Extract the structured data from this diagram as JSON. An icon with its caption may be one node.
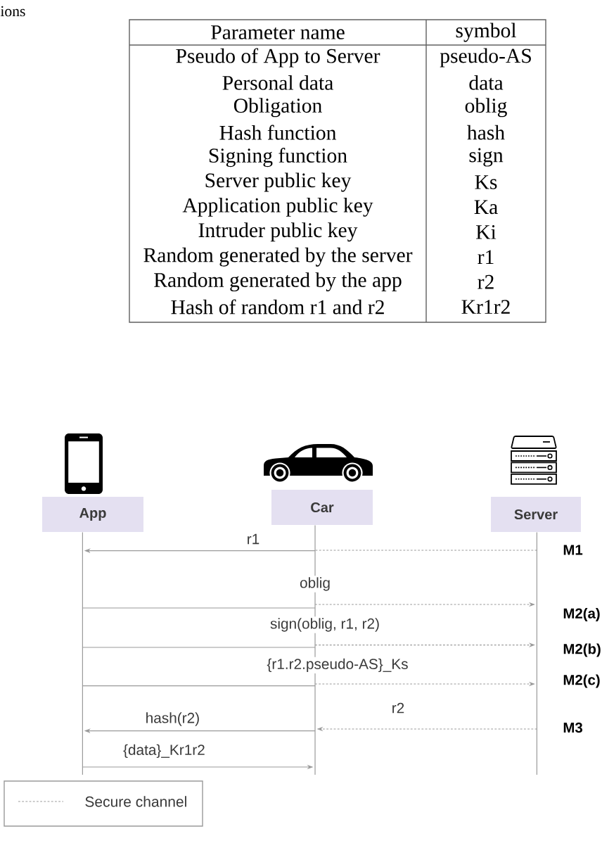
{
  "diagram": {
    "nodes": [
      {
        "text": [
          "App"
        ]
      },
      {
        "text": [
          "Car"
        ]
      },
      {
        "text": [
          "Server"
        ]
      }
    ],
    "edges": [
      {
        "from": 2,
        "to": 1,
        "arrow": "none",
        "style": "dashed"
      },
      {
        "from": 1,
        "to": 0,
        "arrow": "to",
        "label": "r1"
      },
      {
        "from": 0,
        "to": 1,
        "arrow": "none"
      },
      {
        "from": 1,
        "to": 2,
        "arrow": "to",
        "style": "dashed",
        "label": "oblig"
      },
      {
        "from": 0,
        "to": 1,
        "arrow": "none"
      },
      {
        "from": 1,
        "to": 2,
        "arrow": "to",
        "style": "dashed",
        "label": "sign(oblig, r1, r2)"
      },
      {
        "from": 0,
        "to": 1,
        "arrow": "none"
      },
      {
        "from": 1,
        "to": 2,
        "arrow": "to",
        "style": "dashed",
        "label": "{r1.r2.pseudo-AS}_Ks"
      },
      {
        "from": 2,
        "to": 1,
        "arrow": "to",
        "style": "dashed",
        "label": "r2"
      },
      {
        "from": 1,
        "to": 0,
        "arrow": "to",
        "label": "hash(r2)"
      },
      {
        "from": 0,
        "to": 1,
        "arrow": "to",
        "label": "{data}_Kr1r2"
      }
    ],
    "labels": [
      "ions",
      "Parameter name",
      "symbol",
      "Pseudo of App to Server",
      "pseudo-AS",
      "Personal data",
      "data",
      "Obligation",
      "oblig",
      "Hash function",
      "hash",
      "Signing function",
      "sign",
      "Server public key",
      "Ks",
      "Application public key",
      "Ka",
      "Intruder public key",
      "Ki",
      "Random generated by the server",
      "r1",
      "Random generated by the app",
      "r2",
      "Hash of random r1 and r2",
      "Kr1r2",
      "M1",
      "M2(a)",
      "M2(b)",
      "M2(c)",
      "M3"
    ],
    "legend": [
      {
        "text": "Secure channel"
      }
    ]
  }
}
